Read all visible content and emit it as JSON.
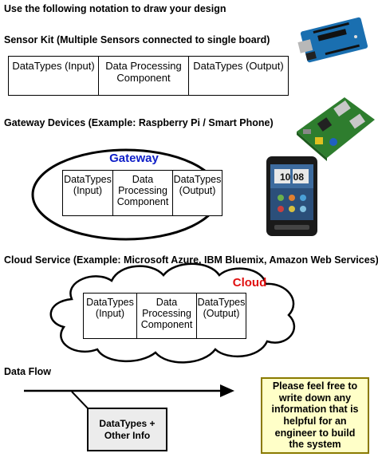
{
  "title": "Use the following notation to draw your design",
  "sensor_kit": {
    "heading": "Sensor Kit (Multiple Sensors connected to single board)",
    "cells": [
      "DataTypes (Input)",
      "Data Processing Component",
      "DataTypes (Output)"
    ]
  },
  "gateway": {
    "heading": "Gateway Devices (Example: Raspberry Pi / Smart Phone)",
    "label": "Gateway",
    "label_color": "#1020c8",
    "cells": [
      "DataTypes (Input)",
      "Data Processing Component",
      "DataTypes (Output)"
    ]
  },
  "cloud": {
    "heading": "Cloud Service (Example: Microsoft Azure, IBM Bluemix, Amazon Web Services)",
    "label": "Cloud",
    "label_color": "#e01010",
    "cells": [
      "DataTypes (Input)",
      "Data Processing Component",
      "DataTypes (Output)"
    ]
  },
  "data_flow": {
    "heading": "Data Flow",
    "box_text": "DataTypes + Other Info"
  },
  "note": {
    "text": "Please feel free to write down any information that is helpful for an engineer to build the system",
    "background": "#ffffc8"
  },
  "phone": {
    "time": "10 08"
  },
  "images": [
    "arduino-board-image",
    "raspberry-pi-image",
    "smartphone-image"
  ]
}
